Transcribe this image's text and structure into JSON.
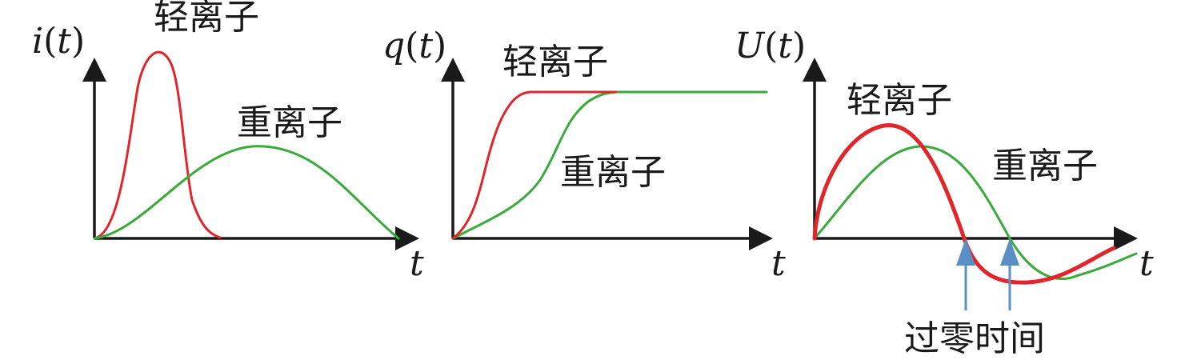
{
  "colors": {
    "axis": "#1a1a1a",
    "light_ion": "#e0262b",
    "heavy_ion": "#3aaa3c",
    "zero_cross_marker": "#5b8ec7"
  },
  "panels": [
    {
      "y_label": "i(t)",
      "x_label": "t",
      "light_label": "轻离子",
      "heavy_label": "重离子"
    },
    {
      "y_label": "q(t)",
      "x_label": "t",
      "light_label": "轻离子",
      "heavy_label": "重离子"
    },
    {
      "y_label": "U(t)",
      "x_label": "t",
      "light_label": "轻离子",
      "heavy_label": "重离子",
      "zero_cross_label": "过零时间"
    }
  ]
}
